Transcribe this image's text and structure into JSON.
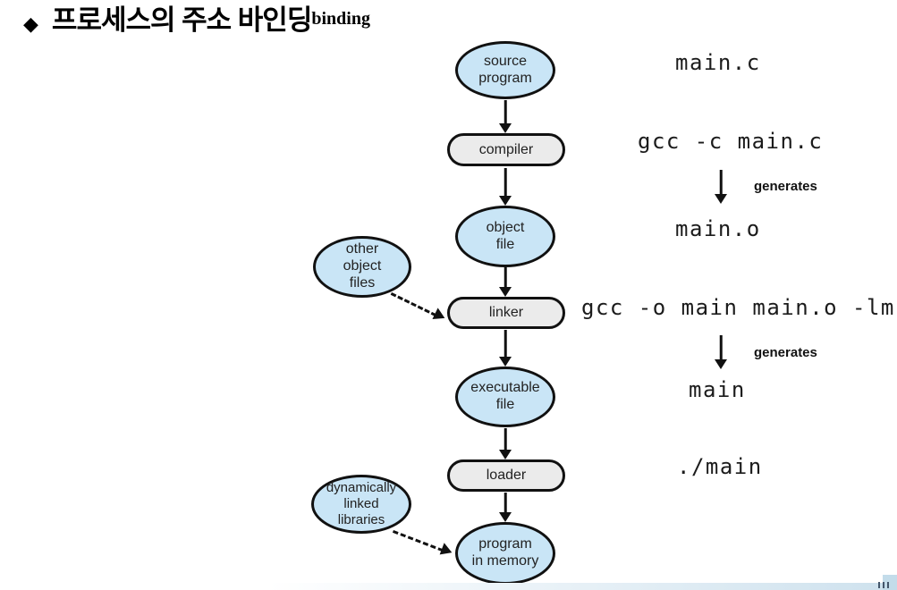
{
  "title": {
    "bullet": "◆",
    "text": "프로세스의 주소 바인딩",
    "sup": "binding"
  },
  "diagram": {
    "nodes": {
      "source_program": {
        "lines": [
          "source",
          "program"
        ]
      },
      "compiler": {
        "label": "compiler"
      },
      "object_file": {
        "lines": [
          "object",
          "file"
        ]
      },
      "other_object_files": {
        "lines": [
          "other",
          "object",
          "files"
        ]
      },
      "linker": {
        "label": "linker"
      },
      "executable_file": {
        "lines": [
          "executable",
          "file"
        ]
      },
      "loader": {
        "label": "loader"
      },
      "dynamically_linked_libraries": {
        "lines": [
          "dynamically",
          "linked",
          "libraries"
        ]
      },
      "program_in_memory": {
        "lines": [
          "program",
          "in memory"
        ]
      }
    },
    "generates_label": "generates"
  },
  "commands": {
    "source": "main.c",
    "compile": "gcc -c main.c",
    "object": "main.o",
    "link": "gcc -o main main.o -lm",
    "executable": "main",
    "run": "./main"
  },
  "colors": {
    "node_fill": "#c9e5f6",
    "process_fill": "#ebebeb",
    "outline": "#111111",
    "footer_blue": "#c3dcea"
  }
}
